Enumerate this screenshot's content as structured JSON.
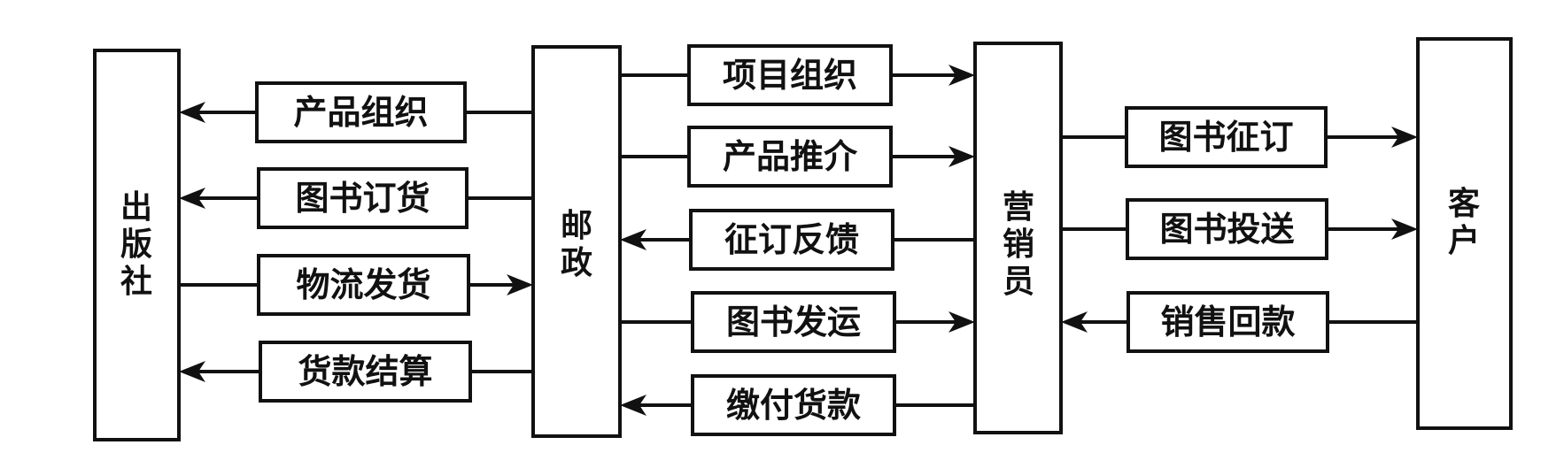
{
  "diagram": {
    "nodes": {
      "publisher": "出版社",
      "postal": "邮政",
      "salesperson": "营销员",
      "customer": "客户"
    },
    "flows": [
      {
        "id": "f1",
        "label": "产品组织",
        "from": "postal",
        "to": "publisher"
      },
      {
        "id": "f2",
        "label": "图书订货",
        "from": "postal",
        "to": "publisher"
      },
      {
        "id": "f3",
        "label": "物流发货",
        "from": "publisher",
        "to": "postal"
      },
      {
        "id": "f4",
        "label": "货款结算",
        "from": "postal",
        "to": "publisher"
      },
      {
        "id": "f5",
        "label": "项目组织",
        "from": "postal",
        "to": "salesperson"
      },
      {
        "id": "f6",
        "label": "产品推介",
        "from": "postal",
        "to": "salesperson"
      },
      {
        "id": "f7",
        "label": "征订反馈",
        "from": "salesperson",
        "to": "postal"
      },
      {
        "id": "f8",
        "label": "图书发运",
        "from": "postal",
        "to": "salesperson"
      },
      {
        "id": "f9",
        "label": "缴付货款",
        "from": "salesperson",
        "to": "postal"
      },
      {
        "id": "f10",
        "label": "图书征订",
        "from": "salesperson",
        "to": "customer"
      },
      {
        "id": "f11",
        "label": "图书投送",
        "from": "salesperson",
        "to": "customer"
      },
      {
        "id": "f12",
        "label": "销售回款",
        "from": "customer",
        "to": "salesperson"
      }
    ]
  }
}
